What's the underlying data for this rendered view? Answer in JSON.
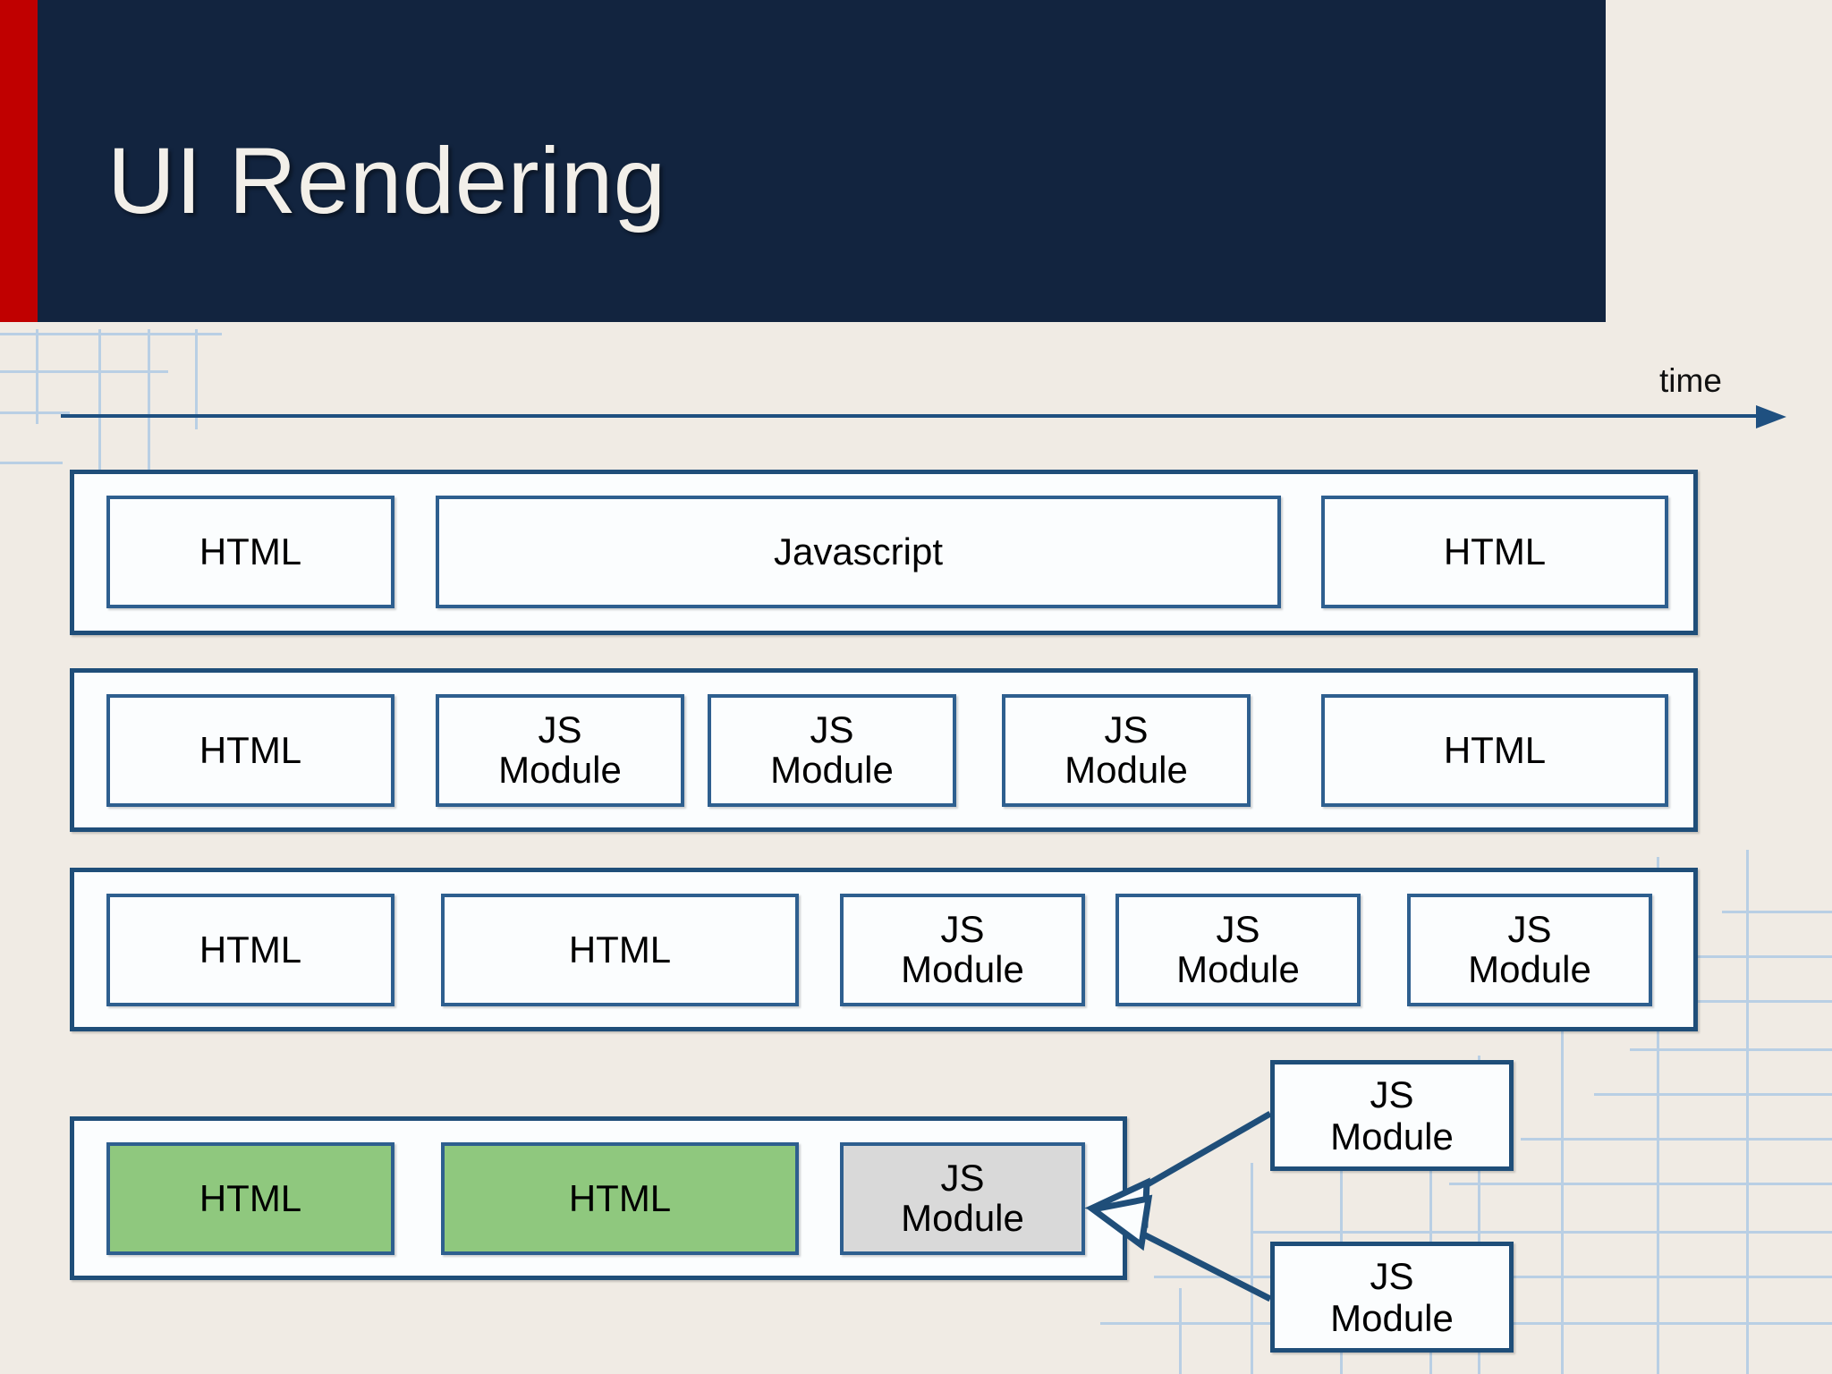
{
  "slide": {
    "title": "UI Rendering",
    "accent_color": "#c00000",
    "header_color": "#12243f",
    "background_color": "#f0ebe4",
    "box_border_color": "#1f4e79",
    "highlight_green": "#8fc87e",
    "highlight_gray": "#d9d9d9",
    "grid_color": "#b9cfe4"
  },
  "axis": {
    "label": "time",
    "direction": "left-to-right",
    "arrow_color": "#1f5080"
  },
  "rows": [
    {
      "name": "row-1-monolithic",
      "cells": [
        {
          "label": "HTML",
          "fill": "white"
        },
        {
          "label": "Javascript",
          "fill": "white"
        },
        {
          "label": "HTML",
          "fill": "white"
        }
      ]
    },
    {
      "name": "row-2-split-modules",
      "cells": [
        {
          "label": "HTML",
          "fill": "white"
        },
        {
          "label": "JS\nModule",
          "line1": "JS",
          "line2": "Module",
          "fill": "white"
        },
        {
          "label": "JS\nModule",
          "line1": "JS",
          "line2": "Module",
          "fill": "white"
        },
        {
          "label": "JS\nModule",
          "line1": "JS",
          "line2": "Module",
          "fill": "white"
        },
        {
          "label": "HTML",
          "fill": "white"
        }
      ]
    },
    {
      "name": "row-3-interleaved",
      "cells": [
        {
          "label": "HTML",
          "fill": "white"
        },
        {
          "label": "HTML",
          "fill": "white"
        },
        {
          "label": "JS\nModule",
          "line1": "JS",
          "line2": "Module",
          "fill": "white"
        },
        {
          "label": "JS\nModule",
          "line1": "JS",
          "line2": "Module",
          "fill": "white"
        },
        {
          "label": "JS\nModule",
          "line1": "JS",
          "line2": "Module",
          "fill": "white"
        }
      ]
    },
    {
      "name": "row-4-highlighted",
      "cells": [
        {
          "label": "HTML",
          "fill": "green"
        },
        {
          "label": "HTML",
          "fill": "green"
        },
        {
          "label": "JS\nModule",
          "line1": "JS",
          "line2": "Module",
          "fill": "gray"
        }
      ]
    }
  ],
  "floating_modules": [
    {
      "name": "floating-module-top",
      "line1": "JS",
      "line2": "Module"
    },
    {
      "name": "floating-module-bottom",
      "line1": "JS",
      "line2": "Module"
    }
  ]
}
